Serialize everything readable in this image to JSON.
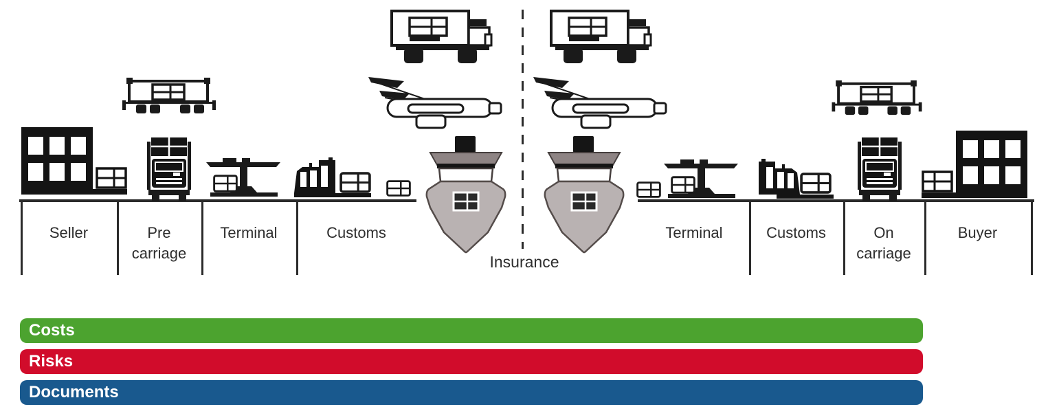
{
  "diagram": {
    "stages": {
      "seller": "Seller",
      "pre_carriage_line1": "Pre",
      "pre_carriage_line2": "carriage",
      "terminal_left": "Terminal",
      "customs_left": "Customs",
      "insurance": "Insurance",
      "terminal_right": "Terminal",
      "customs_right": "Customs",
      "on_carriage_line1": "On",
      "on_carriage_line2": "carriage",
      "buyer": "Buyer"
    },
    "bars": {
      "costs": {
        "label": "Costs",
        "color": "#4CA32F"
      },
      "risks": {
        "label": "Risks",
        "color": "#D10C2B"
      },
      "documents": {
        "label": "Documents",
        "color": "#19598E"
      }
    },
    "icons": {
      "truck_side": "box-truck-icon",
      "train_wagon": "train-wagon-icon",
      "airplane": "airplane-icon",
      "cargo_ship": "cargo-ship-icon",
      "seller_building": "seller-building-icon",
      "buyer_building": "buyer-building-icon",
      "truck_front": "truck-front-icon",
      "terminal_crane": "terminal-crane-icon",
      "customs_building": "customs-building-icon",
      "container_box": "container-icon",
      "divider": "dashed-center-divider"
    },
    "colors": {
      "ship_hull": "#B9B2B2",
      "ship_bridge": "#8E8484",
      "icon_ink": "#1A1A1A",
      "label_text": "#2D2D2D"
    }
  }
}
